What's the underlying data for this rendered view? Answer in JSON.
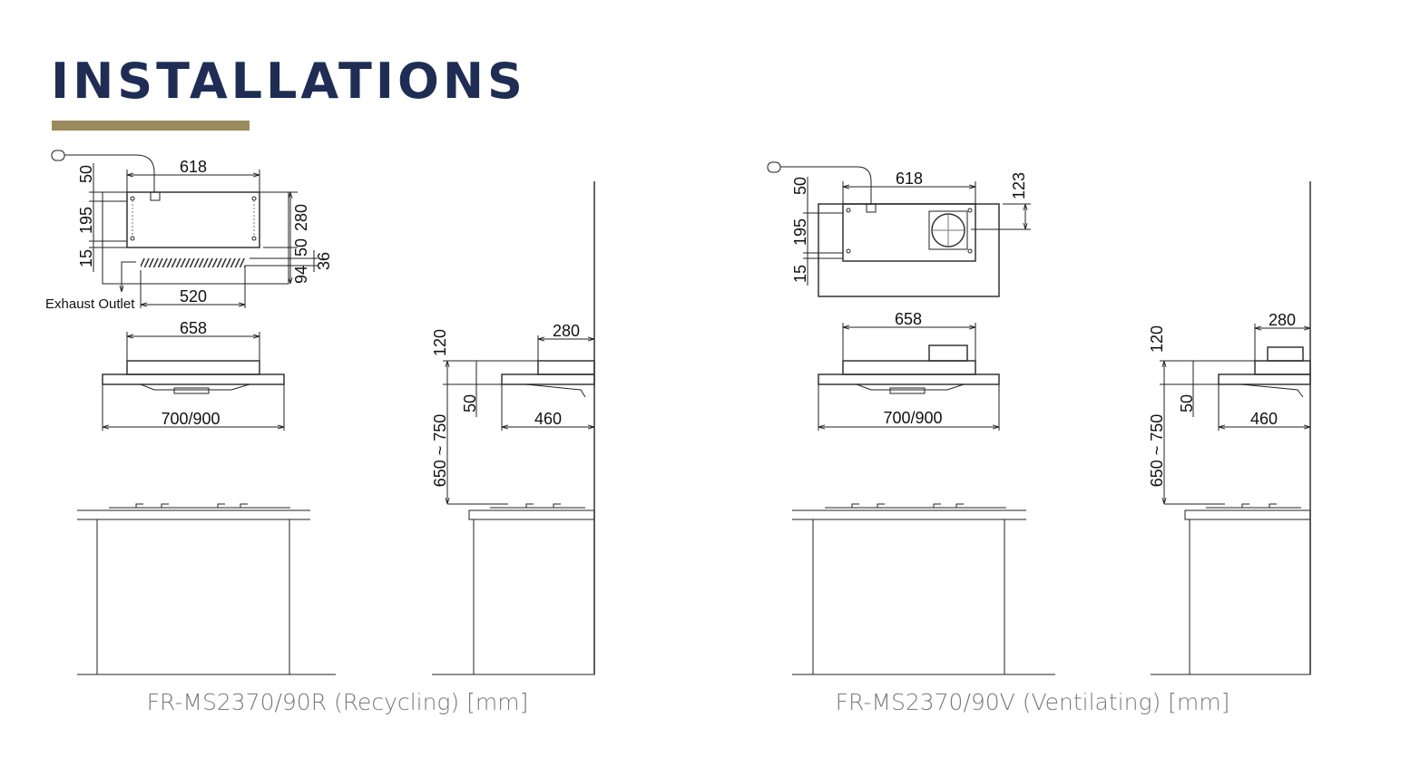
{
  "page": {
    "title": "INSTALLATIONS",
    "accent_color": "#9a8a5e",
    "title_color": "#1f2d55"
  },
  "recycling": {
    "caption": "FR-MS2370/90R (Recycling) [mm]",
    "top_view": {
      "width_618": "618",
      "d50": "50",
      "d195": "195",
      "d15": "15",
      "d280": "280",
      "d50b": "50",
      "d94": "94",
      "d36": "36",
      "d520": "520",
      "exhaust_label": "Exhaust Outlet"
    },
    "front_view": {
      "d658": "658",
      "d700_900": "700/900"
    },
    "side_view": {
      "d280": "280",
      "d120": "120",
      "d50": "50",
      "d460": "460",
      "d650_750": "650 ~ 750"
    }
  },
  "ventilating": {
    "caption": "FR-MS2370/90V (Ventilating) [mm]",
    "top_view": {
      "width_618": "618",
      "d50": "50",
      "d195": "195",
      "d15": "15",
      "d123": "123"
    },
    "front_view": {
      "d658": "658",
      "d700_900": "700/900"
    },
    "side_view": {
      "d280": "280",
      "d120": "120",
      "d50": "50",
      "d460": "460",
      "d650_750": "650 ~ 750"
    }
  }
}
